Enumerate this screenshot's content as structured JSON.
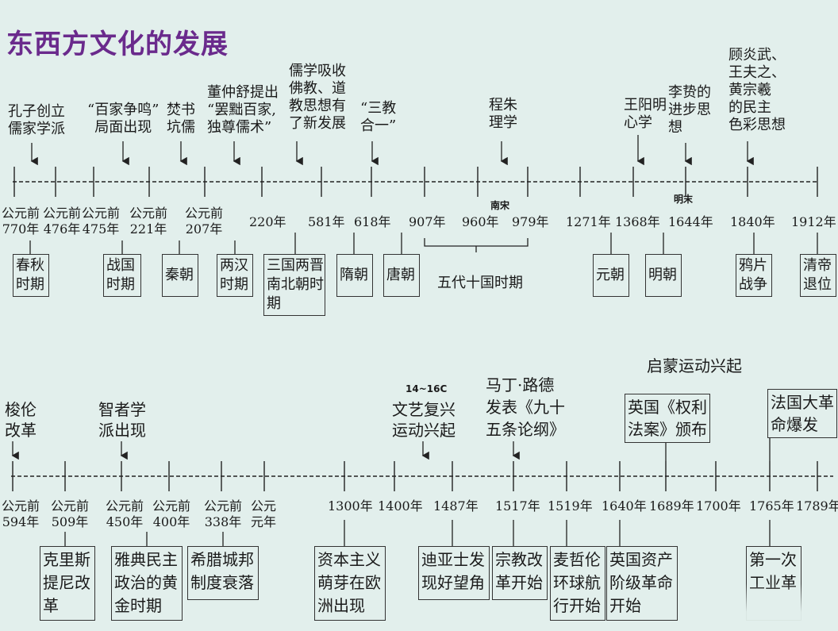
{
  "title": "东西方文化的发展",
  "top": {
    "annotations": [
      "孔子创立\n儒家学派",
      "“百家争鸣”\n局面出现",
      "焚书\n坑儒",
      "董仲舒提出\n“罢黜百家,\n独尊儒术”",
      "儒学吸收\n佛教、道\n教思想有\n了新发展",
      "“三教\n合一”",
      "程朱\n理学",
      "王阳明\n心学",
      "李贽的\n进步思\n想",
      "顾炎武、\n王夫之、\n黄宗羲\n的民主\n色彩思想"
    ],
    "small_labels": [
      "南宋",
      "明末"
    ],
    "dates": [
      "公元前\n770年",
      "公元前\n476年",
      "公元前\n475年",
      "公元前\n221年",
      "公元前\n207年",
      "220年",
      "581年",
      "618年",
      "907年",
      "960年",
      "979年",
      "1271年",
      "1368年",
      "1644年",
      "1840年",
      "1912年"
    ],
    "periods": [
      "春秋\n时期",
      "战国\n时期",
      "秦朝",
      "两汉\n时期",
      "三国两晋\n南北朝时\n期",
      "隋朝",
      "唐朝",
      "五代十国时期",
      "元朝",
      "明朝",
      "鸦片\n战争",
      "清帝\n退位"
    ]
  },
  "bottom": {
    "annotations": [
      "梭伦\n改革",
      "智者学\n派出现",
      "文艺复兴\n运动兴起",
      "马丁·路德\n发表《九十\n五条论纲》"
    ],
    "small_labels": [
      "14~16C"
    ],
    "enlightenment": "启蒙运动兴起",
    "boxed_annotations": [
      "英国《权利\n法案》颁布",
      "法国大革\n命爆发"
    ],
    "dates": [
      "公元前\n594年",
      "公元前\n509年",
      "公元前\n450年",
      "公元前\n400年",
      "公元前\n338年",
      "公元\n元年",
      "1300年",
      "1400年",
      "1487年",
      "1517年",
      "1519年",
      "1640年",
      "1689年",
      "1700年",
      "1765年",
      "1789年"
    ],
    "events": [
      "克里斯\n提尼改\n革",
      "雅典民主\n政治的黄\n金时期",
      "希腊城邦\n制度衰落",
      "资本主义\n萌芽在欧\n洲出现",
      "迪亚士发\n现好望角",
      "宗教改\n革开始",
      "麦哲伦\n环球航\n行开始",
      "英国资产\n阶级革命\n开始",
      "第一次\n工业革"
    ]
  }
}
